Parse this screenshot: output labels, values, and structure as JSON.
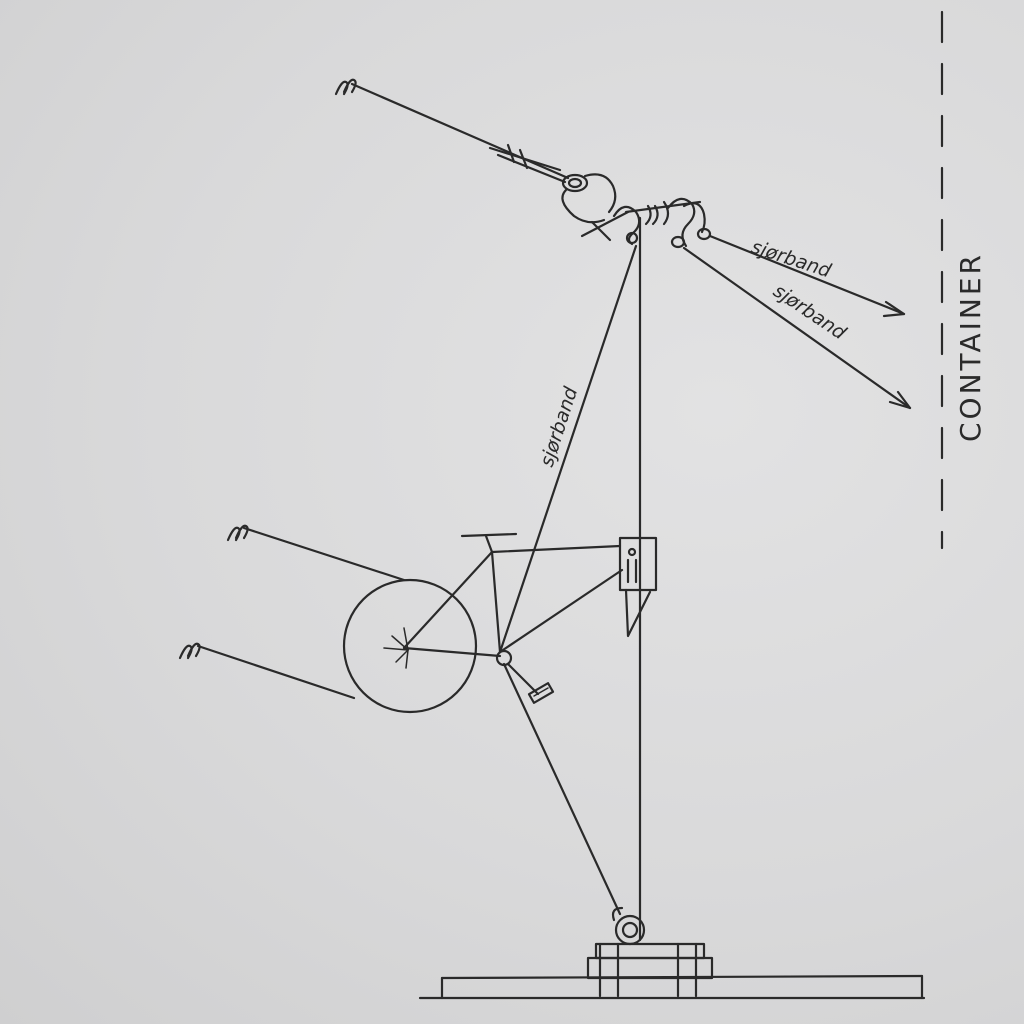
{
  "labels": {
    "band_upper_right": "sjørband",
    "band_lower_right": "sjørband",
    "band_diagonal": "sjørband",
    "container": "CONTAINER"
  }
}
